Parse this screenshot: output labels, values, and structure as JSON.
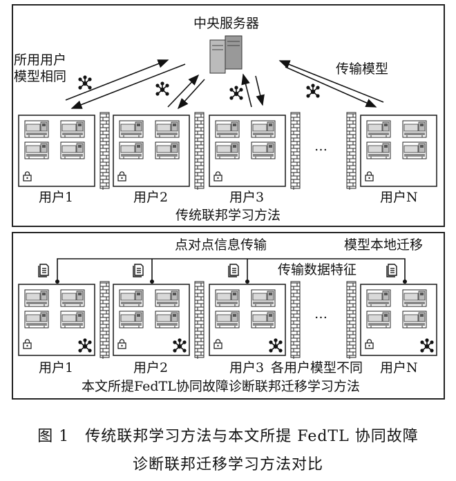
{
  "top": {
    "server_label": "中央服务器",
    "same_model_label": [
      "所用用户",
      "模型相同"
    ],
    "transfer_model_label": "传输模型",
    "users": [
      "用户1",
      "用户2",
      "用户3",
      "用户N"
    ],
    "ellipsis": "…",
    "panel_title": "传统联邦学习方法"
  },
  "bottom": {
    "p2p_label": "点对点信息传输",
    "local_transfer_label": "模型本地迁移",
    "data_feature_label": "传输数据特征",
    "users": [
      "用户1",
      "用户2",
      "用户3",
      "用户N"
    ],
    "diff_models_label": "各用户模型不同",
    "ellipsis": "…",
    "panel_title": "本文所提FedTL协同故障诊断联邦迁移学习方法"
  },
  "caption": {
    "line1": "图 1　传统联邦学习方法与本文所提 FedTL 协同故障",
    "line2": "诊断联邦迁移学习方法对比"
  }
}
